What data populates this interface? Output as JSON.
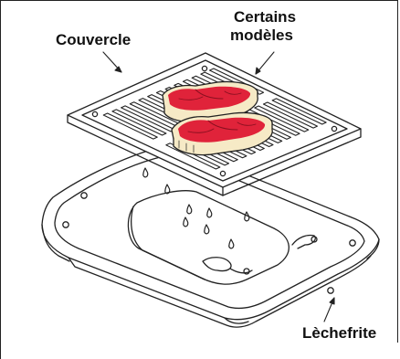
{
  "labels": {
    "lid": "Couvercle",
    "models_line1": "Certains",
    "models_line2": "modèles",
    "pan": "Lèchefrite"
  },
  "icons": {
    "lid": "broiler-grid-icon",
    "pan": "broiler-pan-icon",
    "steaks": "steak-icon",
    "drips": "grease-drip-icon"
  },
  "colors": {
    "outline": "#222222",
    "steak_meat": "#e0233a",
    "steak_fat": "#f6eac6",
    "background": "#ffffff"
  }
}
